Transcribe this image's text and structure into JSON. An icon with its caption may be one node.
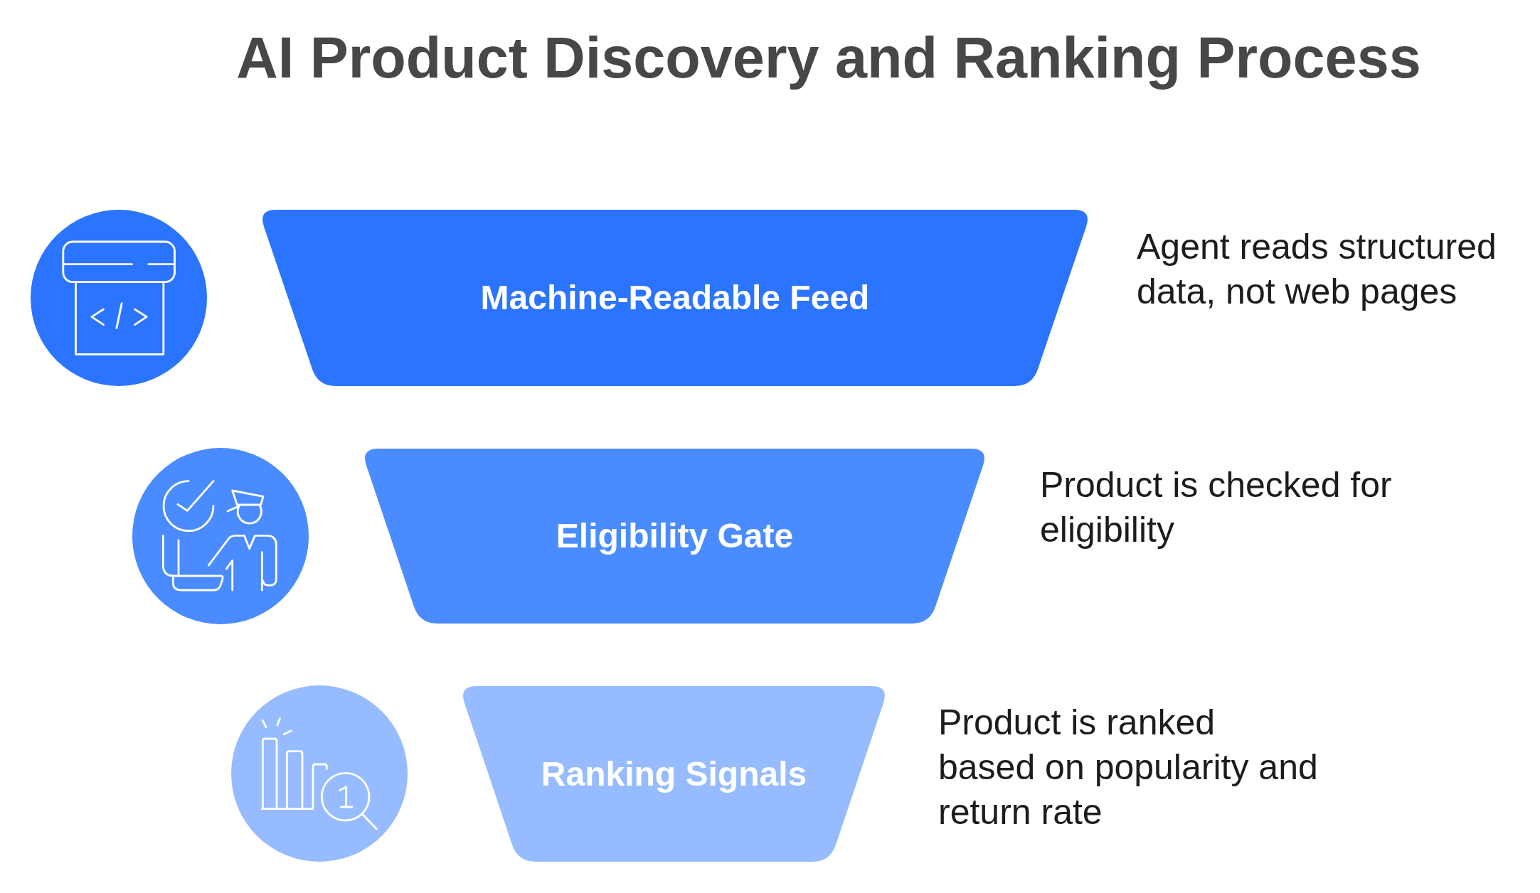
{
  "diagram": {
    "title": "AI Product Discovery and Ranking Process",
    "nodes": [
      {
        "text": [
          "Machine-Readable Feed"
        ],
        "beside": [
          "Agent reads structured data, not web pages"
        ]
      },
      {
        "text": [
          "Eligibility Gate"
        ],
        "beside": [
          "Product is checked for eligibility"
        ]
      },
      {
        "text": [
          "Ranking Signals"
        ],
        "beside": [
          "Product is ranked based on popularity and return rate"
        ]
      }
    ]
  }
}
